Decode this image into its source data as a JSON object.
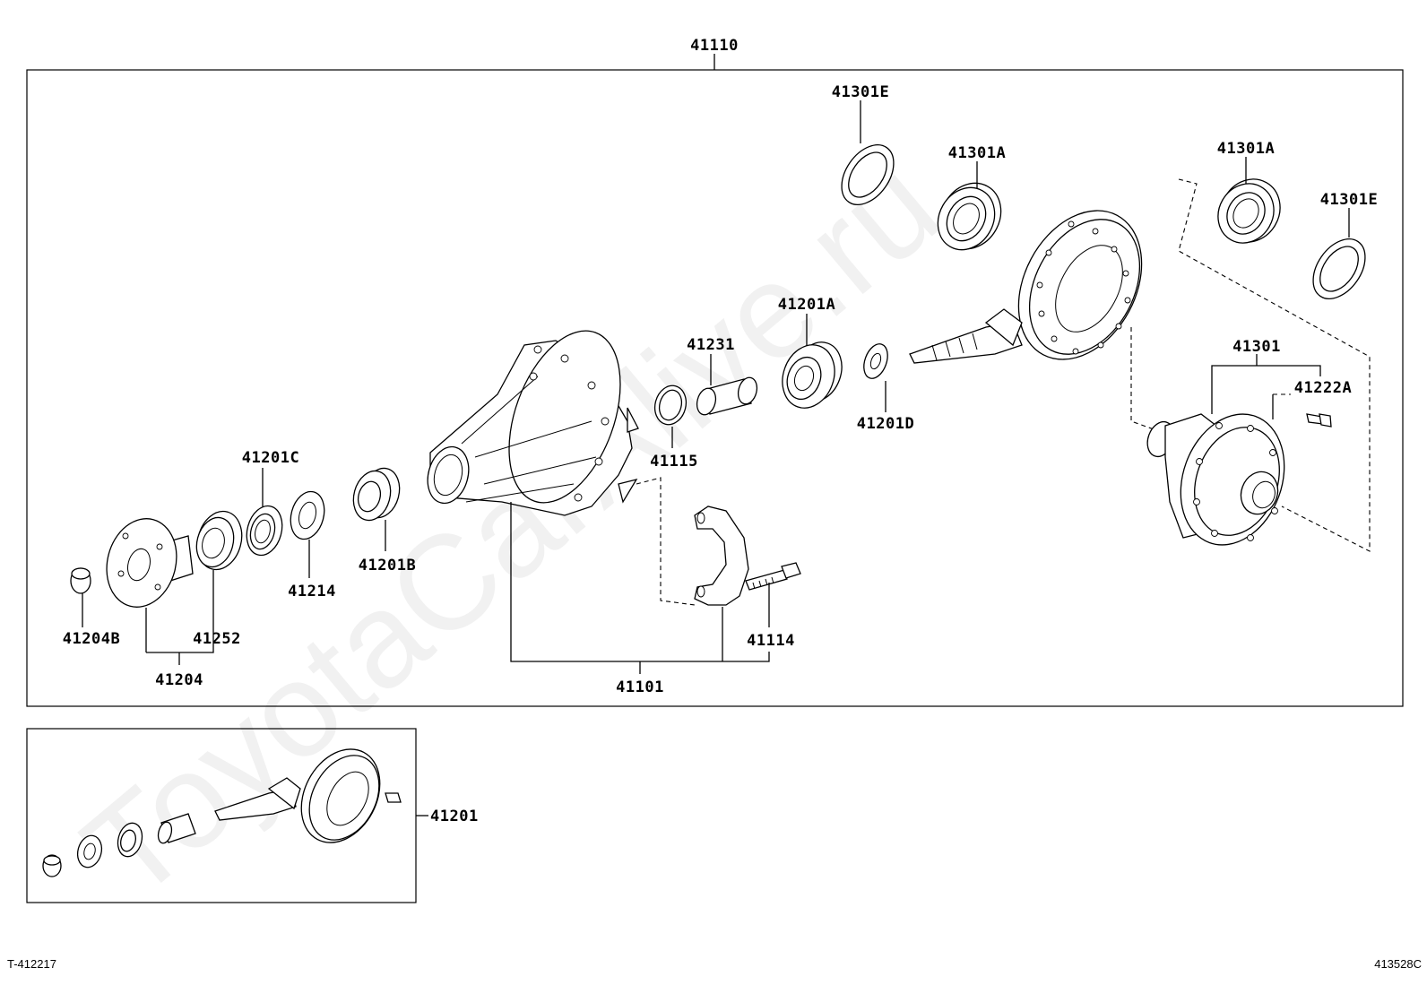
{
  "watermark": "ToyotaCarAlive.ru",
  "main_assembly": {
    "label": "41110",
    "callouts": [
      {
        "key": "41301E_top",
        "text": "41301E"
      },
      {
        "key": "41301A_mid",
        "text": "41301A"
      },
      {
        "key": "41301A_right",
        "text": "41301A"
      },
      {
        "key": "41301E_right",
        "text": "41301E"
      },
      {
        "key": "41201A",
        "text": "41201A"
      },
      {
        "key": "41231",
        "text": "41231"
      },
      {
        "key": "41201D",
        "text": "41201D"
      },
      {
        "key": "41115",
        "text": "41115"
      },
      {
        "key": "41301",
        "text": "41301"
      },
      {
        "key": "41222A",
        "text": "41222A"
      },
      {
        "key": "41201C",
        "text": "41201C"
      },
      {
        "key": "41201B",
        "text": "41201B"
      },
      {
        "key": "41214",
        "text": "41214"
      },
      {
        "key": "41252",
        "text": "41252"
      },
      {
        "key": "41204B",
        "text": "41204B"
      },
      {
        "key": "41204",
        "text": "41204"
      },
      {
        "key": "41114",
        "text": "41114"
      },
      {
        "key": "41101",
        "text": "41101"
      }
    ]
  },
  "sub_assembly": {
    "label": "41201"
  },
  "footer": {
    "left_code": "T-412217",
    "right_code": "413528C"
  }
}
